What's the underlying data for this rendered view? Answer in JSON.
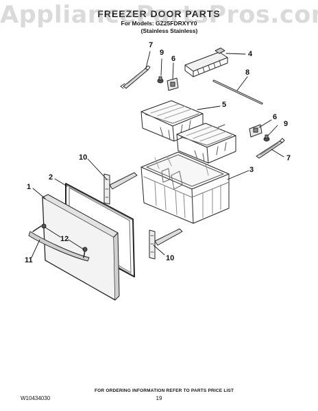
{
  "watermark": "AppliancePartsPros.com",
  "header": {
    "title": "FREEZER DOOR PARTS",
    "models_line": "For Models: GZ25FDRXYY0",
    "finish_line": "(Stainless Stainless)"
  },
  "callouts": {
    "c1": "1",
    "c2": "2",
    "c3": "3",
    "c4": "4",
    "c5": "5",
    "c6a": "6",
    "c6b": "6",
    "c7a": "7",
    "c7b": "7",
    "c8": "8",
    "c9a": "9",
    "c9b": "9",
    "c10a": "10",
    "c10b": "10",
    "c11": "11",
    "c12": "12"
  },
  "footer": {
    "doc_number": "W10434030",
    "page_number": "19",
    "ordering_note": "FOR ORDERING INFORMATION REFER TO PARTS PRICE LIST"
  }
}
